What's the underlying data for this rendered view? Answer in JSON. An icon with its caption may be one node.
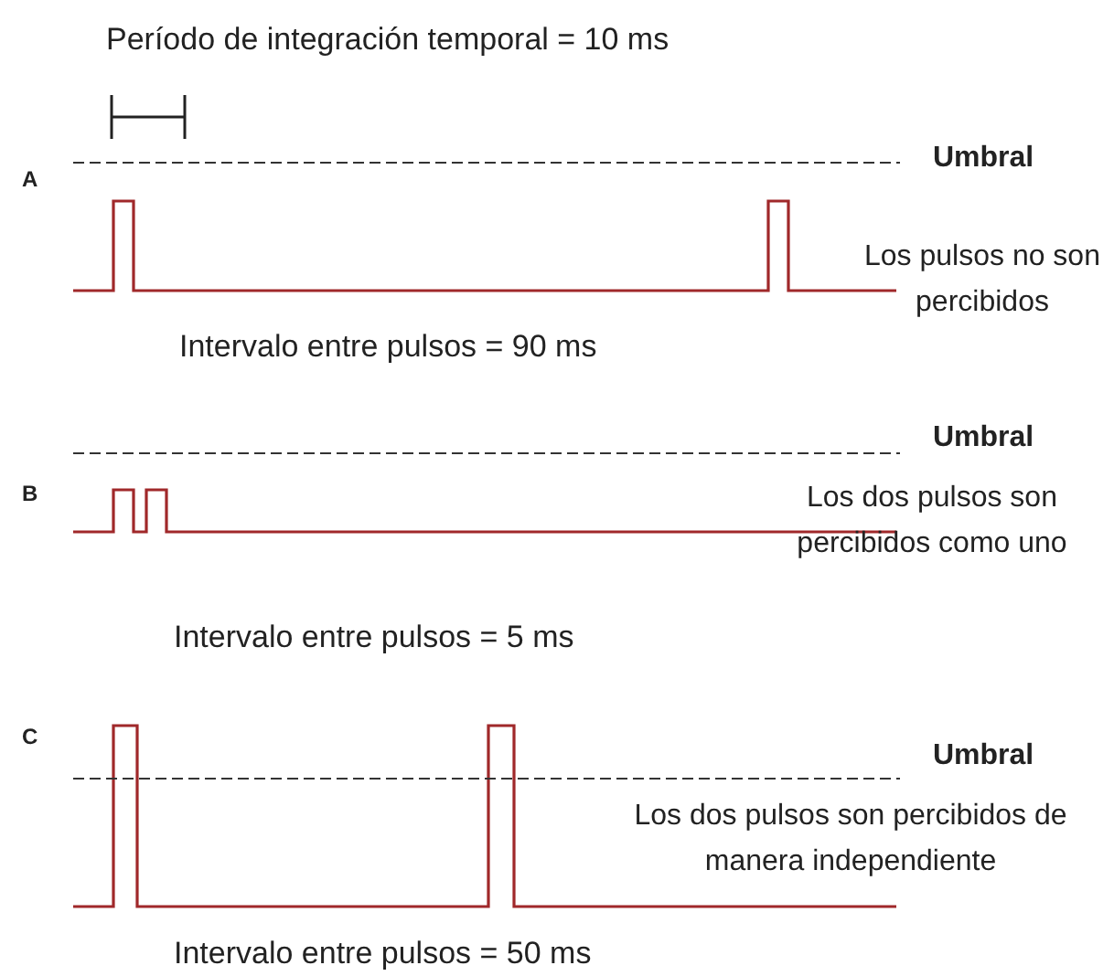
{
  "diagram": {
    "labels": [
      "Período de integración temporal = 10 ms",
      "A",
      "Umbral",
      "Los pulsos no son percibidos",
      "Intervalo entre pulsos = 90 ms",
      "B",
      "Umbral",
      "Los dos pulsos son percibidos como uno",
      "Intervalo entre pulsos = 5 ms",
      "C",
      "Umbral",
      "Los dos pulsos son percibidos de manera independiente",
      "Intervalo entre pulsos = 50 ms"
    ]
  }
}
